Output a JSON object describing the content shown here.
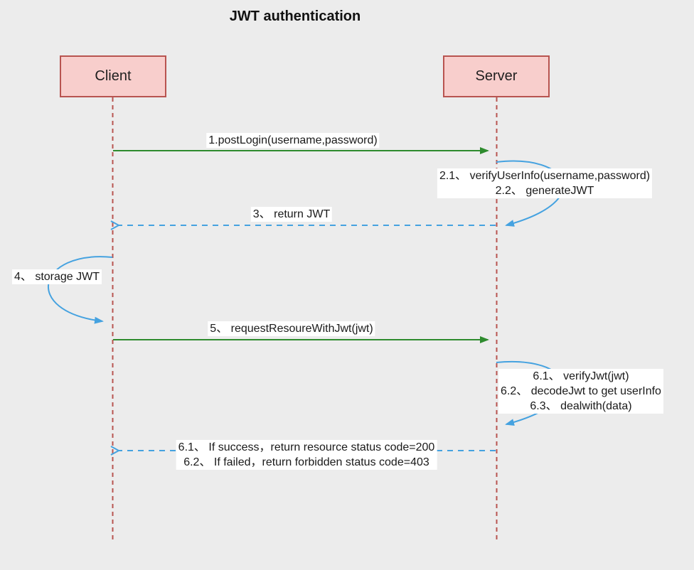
{
  "title": "JWT authentication",
  "actors": {
    "client": "Client",
    "server": "Server"
  },
  "messages": {
    "m1": "1.postLogin(username,password)",
    "m2a": "2.1、 verifyUserInfo(username,password)",
    "m2b": "2.2、 generateJWT",
    "m3": "3、 return JWT",
    "m4": "4、 storage JWT",
    "m5": "5、 requestResoureWithJwt(jwt)",
    "m6a": "6.1、 verifyJwt(jwt)",
    "m6b": "6.2、 decodeJwt to get userInfo",
    "m6c": "6.3、 dealwith(data)",
    "m7a": "6.1、 If success，return resource status code=200",
    "m7b": "6.2、 If failed，return forbidden status code=403"
  },
  "colors": {
    "background": "#ececec",
    "actor_fill": "#f8cecc",
    "actor_border": "#b85450",
    "lifeline": "#b85450",
    "solid_arrow": "#2e8b2e",
    "async_arrow": "#45a2e0",
    "label_background": "#ffffff",
    "text": "#1a1a1a"
  }
}
